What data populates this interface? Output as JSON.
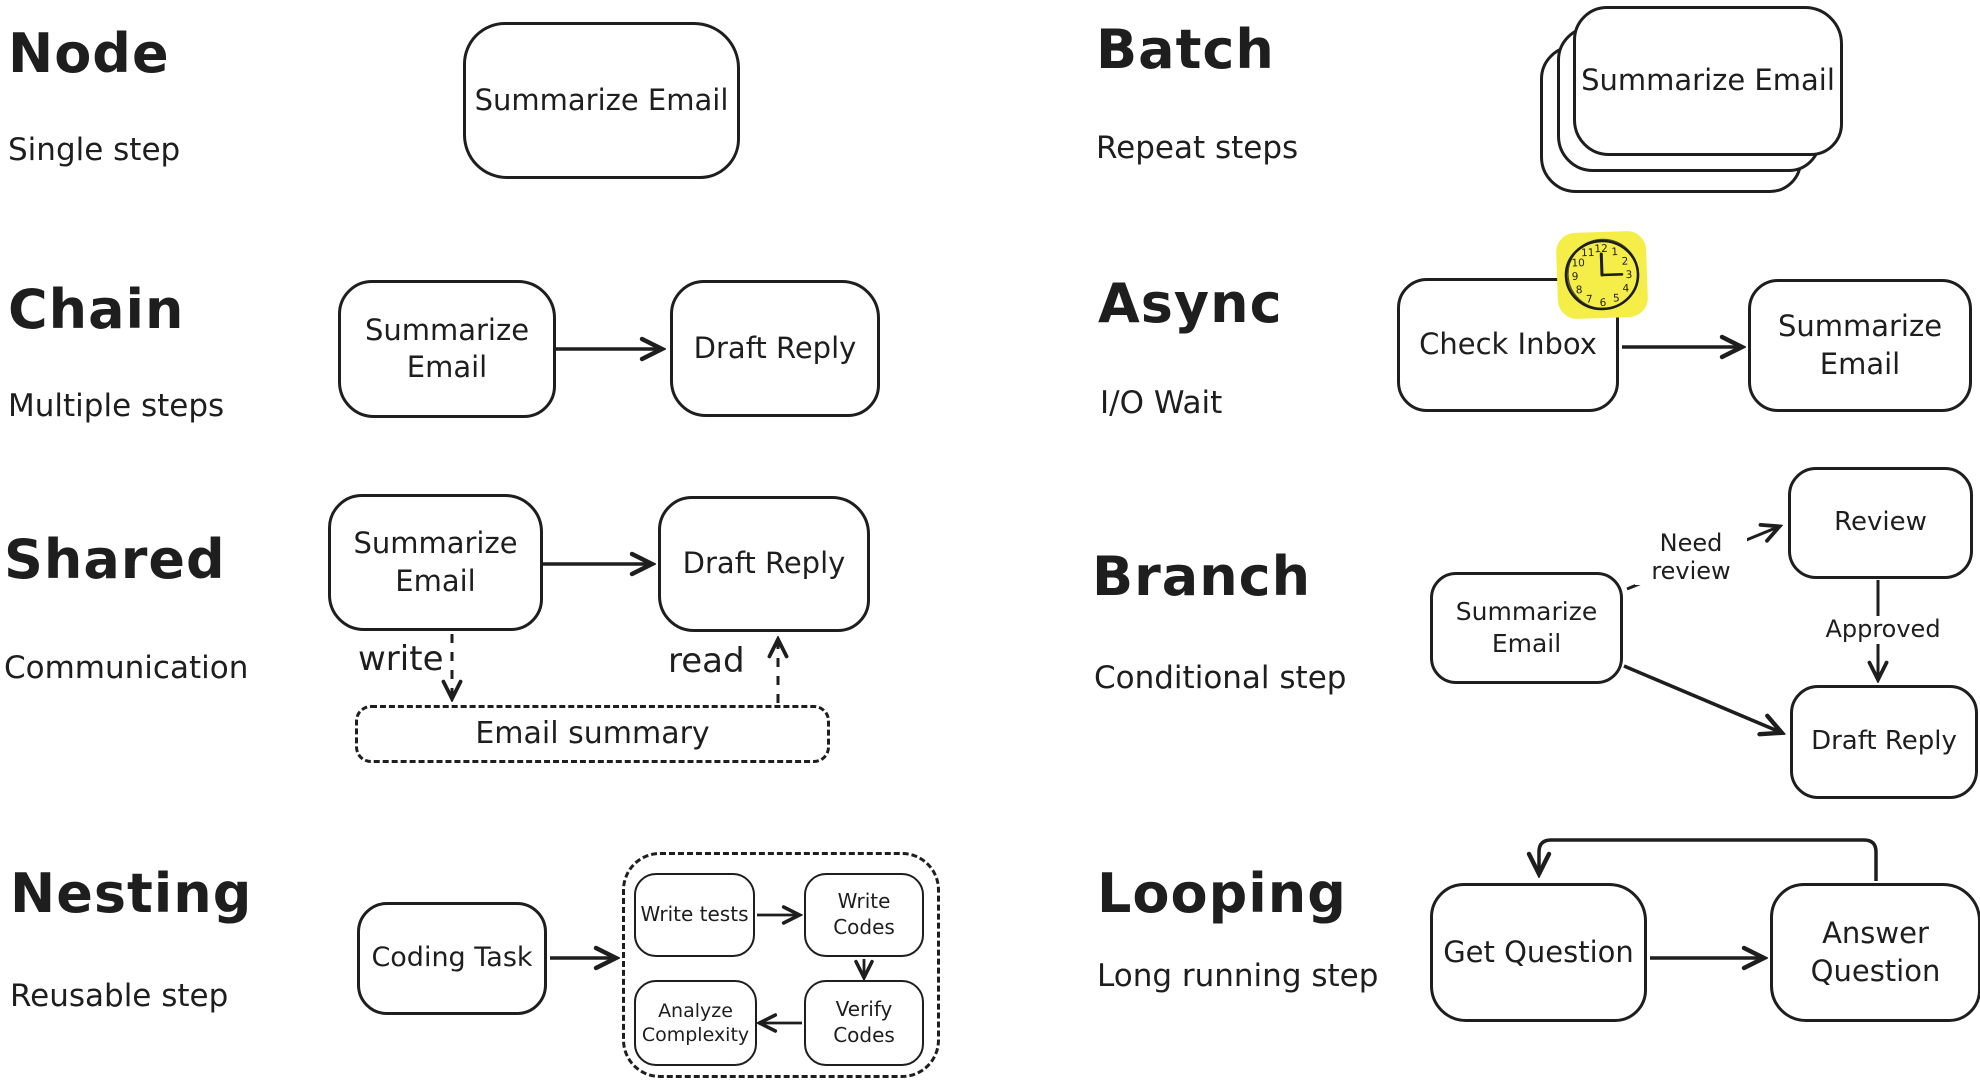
{
  "colors": {
    "background": "#ffffff",
    "stroke": "#1e1e1e",
    "clock_fill": "#f5ee49"
  },
  "sections": {
    "node": {
      "title": "Node",
      "subtitle": "Single step",
      "box": "Summarize Email"
    },
    "chain": {
      "title": "Chain",
      "subtitle": "Multiple steps",
      "box1": "Summarize Email",
      "box2": "Draft Reply"
    },
    "shared": {
      "title": "Shared",
      "subtitle": "Communication",
      "box1": "Summarize Email",
      "box2": "Draft Reply",
      "store": "Email summary",
      "write_label": "write",
      "read_label": "read"
    },
    "nesting": {
      "title": "Nesting",
      "subtitle": "Reusable step",
      "box": "Coding Task",
      "inner1": "Write tests",
      "inner2": "Write Codes",
      "inner3": "Analyze Complexity",
      "inner4": "Verify Codes"
    },
    "batch": {
      "title": "Batch",
      "subtitle": "Repeat steps",
      "box": "Summarize Email"
    },
    "async": {
      "title": "Async",
      "subtitle": "I/O Wait",
      "box1": "Check Inbox",
      "box2": "Summarize Email",
      "clock_numbers": [
        "12",
        "1",
        "2",
        "3",
        "4",
        "5",
        "6",
        "7",
        "8",
        "9",
        "10",
        "11"
      ]
    },
    "branch": {
      "title": "Branch",
      "subtitle": "Conditional step",
      "box1": "Summarize Email",
      "box2": "Review",
      "box3": "Draft Reply",
      "label_need": "Need review",
      "label_approved": "Approved"
    },
    "looping": {
      "title": "Looping",
      "subtitle": "Long running step",
      "box1": "Get Question",
      "box2": "Answer Question"
    }
  }
}
